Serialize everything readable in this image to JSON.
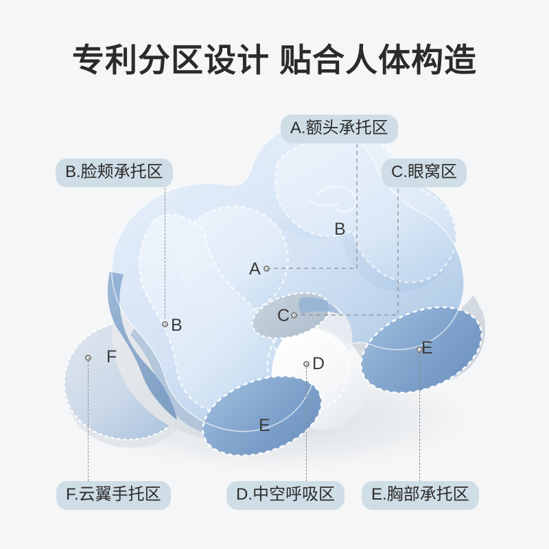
{
  "page": {
    "background_color": "#f5f6f7",
    "title": "专利分区设计 贴合人体构造"
  },
  "theme": {
    "pill_background": "#cfdde6",
    "text_color": "#2b2b2b",
    "leader_line_color": "#8a8a8a",
    "pillow_light_blue": "#dce8f7",
    "pillow_mid_blue": "#a8c4e2",
    "pillow_edge_blue": "#8fb3d9",
    "pillow_deep_blue": "#7c9fc8",
    "pillow_grey": "#d8dde2",
    "pillow_white": "#f2f4f6"
  },
  "callouts": [
    {
      "id": "A",
      "label": "A.额头承托区",
      "marker": "A"
    },
    {
      "id": "B",
      "label": "B.脸颊承托区",
      "marker": "B"
    },
    {
      "id": "C",
      "label": "C.眼窝区",
      "marker": "C"
    },
    {
      "id": "D",
      "label": "D.中空呼吸区",
      "marker": "D"
    },
    {
      "id": "E",
      "label": "E.胸部承托区",
      "marker": "E"
    },
    {
      "id": "F",
      "label": "F.云翼手托区",
      "marker": "F"
    }
  ],
  "zone_markers": [
    {
      "letter": "A"
    },
    {
      "letter": "B"
    },
    {
      "letter": "B"
    },
    {
      "letter": "C"
    },
    {
      "letter": "D"
    },
    {
      "letter": "E"
    },
    {
      "letter": "E"
    },
    {
      "letter": "F"
    }
  ],
  "product": {
    "type": "face-down-rest-pillow",
    "brand_emboss": "cloud-swirl-logo"
  }
}
